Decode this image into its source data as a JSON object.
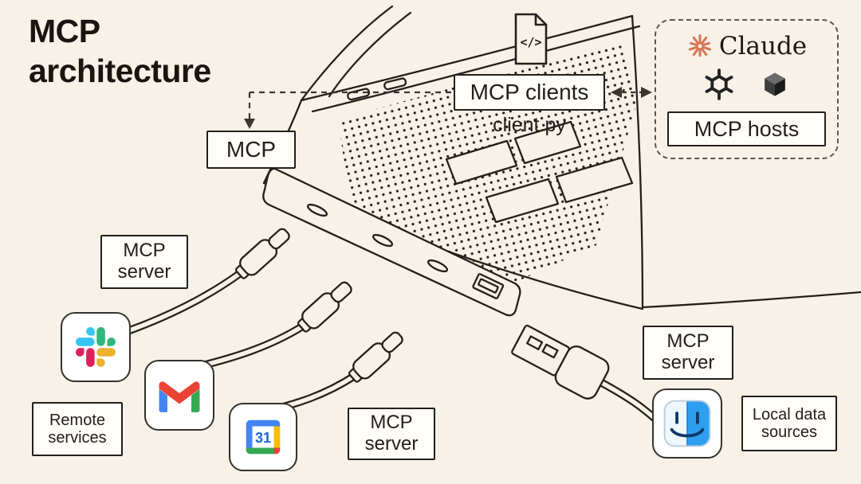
{
  "title": "MCP architecture",
  "boxes": {
    "mcp": "MCP",
    "clients": "MCP clients",
    "client_file": "client.py",
    "hosts": "MCP hosts",
    "server_remote": "MCP server",
    "server_middle": "MCP server",
    "server_local": "MCP server",
    "remote_services": "Remote services",
    "local_sources": "Local data sources"
  },
  "logos": {
    "claude_wordmark": "Claude",
    "code_glyph": "</>",
    "calendar_day": "31"
  },
  "icons": {
    "code_file": "code-file-icon",
    "claude_spark": "claude-spark-icon",
    "openai": "openai-icon",
    "cursor_cube": "cursor-cube-icon",
    "slack": "slack-icon",
    "gmail": "gmail-icon",
    "google_calendar": "google-calendar-icon",
    "finder": "finder-icon"
  },
  "colors": {
    "background": "#f8f1e7",
    "ink": "#23201c",
    "box_background": "#fffdf7",
    "claude_orange": "#d77655",
    "slack_blue": "#36c5f0",
    "slack_green": "#2eb67d",
    "slack_yellow": "#ecb22e",
    "slack_red": "#e01e5a",
    "google_blue": "#4285f4",
    "google_red": "#ea4335",
    "google_yellow": "#fbbc04",
    "google_green": "#34a853",
    "calendar_number_blue": "#1967d2",
    "finder_blue": "#2e9ff0"
  }
}
